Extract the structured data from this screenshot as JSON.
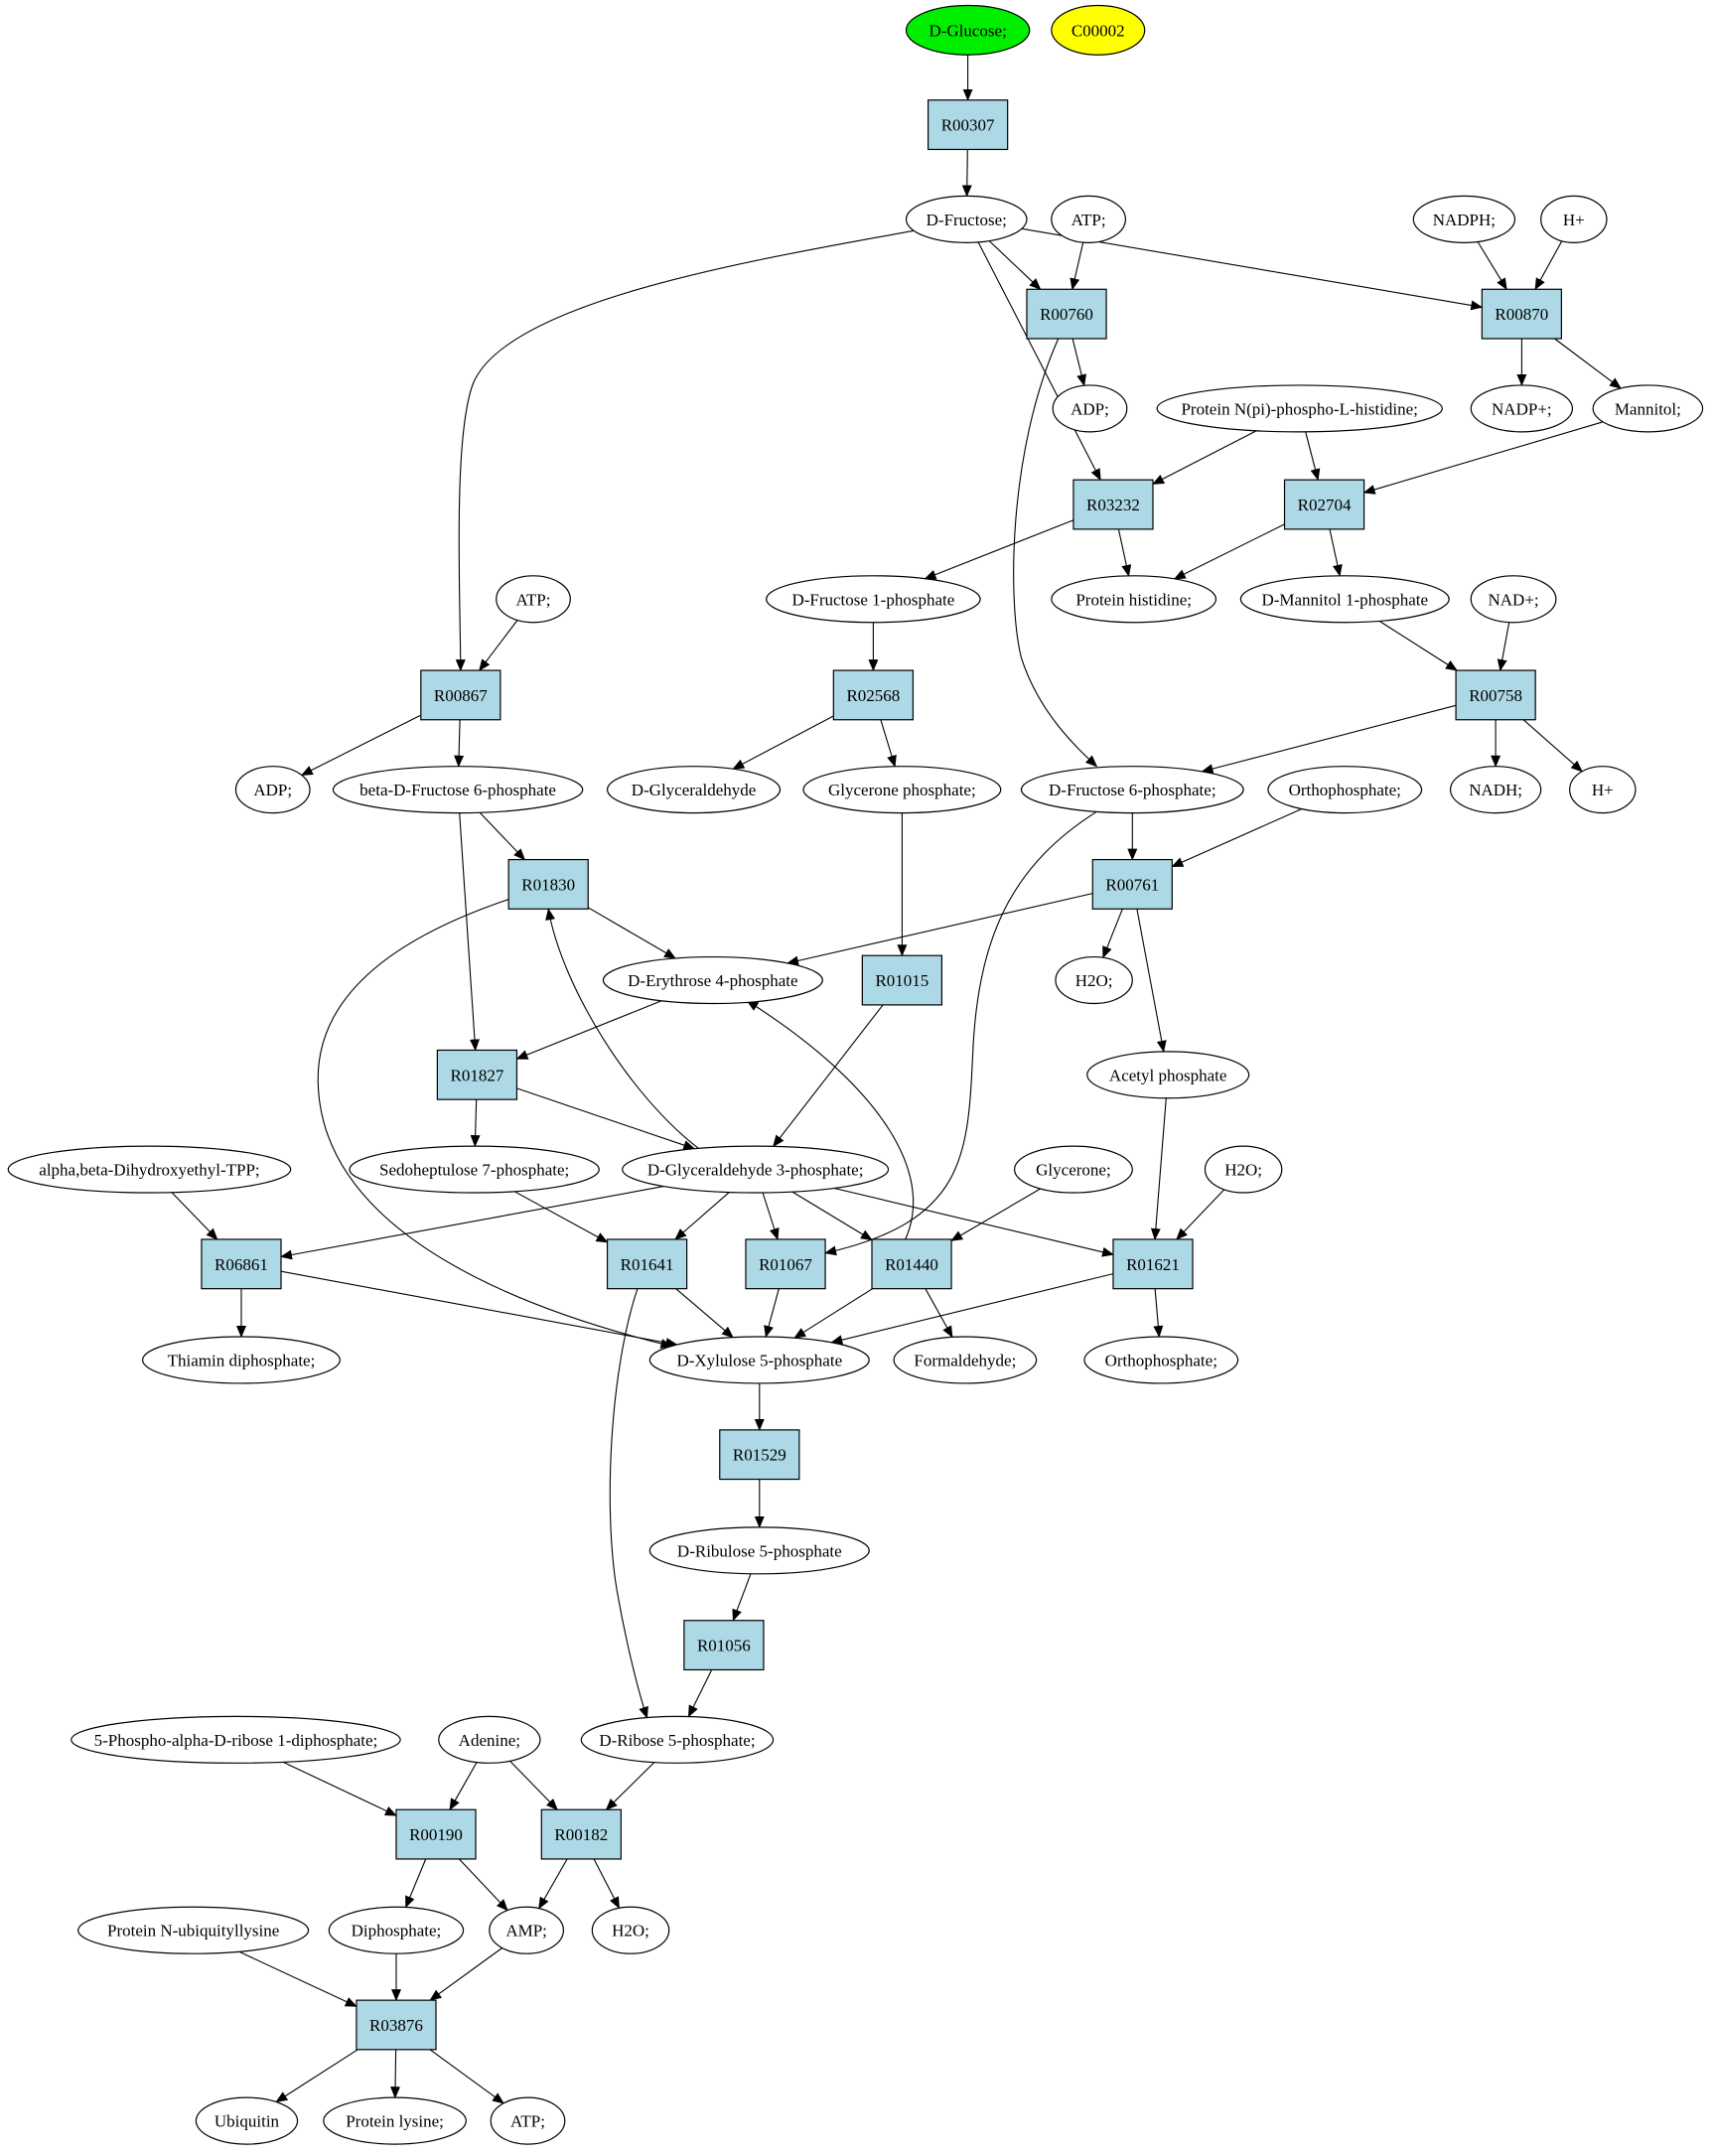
{
  "colors": {
    "start_compound": "#00ee00",
    "query_compound": "#ffff00",
    "compound": "#ffffff",
    "reaction": "#add8e6",
    "stroke": "#000000"
  },
  "nodes": {
    "glucose": {
      "label": "D-Glucose;",
      "kind": "start"
    },
    "c00002": {
      "label": "C00002",
      "kind": "query"
    },
    "r00307": {
      "label": "R00307",
      "kind": "reaction"
    },
    "fructose": {
      "label": "D-Fructose;",
      "kind": "compound"
    },
    "atp1": {
      "label": "ATP;",
      "kind": "compound"
    },
    "nadph": {
      "label": "NADPH;",
      "kind": "compound"
    },
    "hplus1": {
      "label": "H+",
      "kind": "compound"
    },
    "r00760": {
      "label": "R00760",
      "kind": "reaction"
    },
    "r00870": {
      "label": "R00870",
      "kind": "reaction"
    },
    "adp1": {
      "label": "ADP;",
      "kind": "compound"
    },
    "protein_npi": {
      "label": "Protein N(pi)-phospho-L-histidine;",
      "kind": "compound"
    },
    "nadpplus": {
      "label": "NADP+;",
      "kind": "compound"
    },
    "mannitol": {
      "label": "Mannitol;",
      "kind": "compound"
    },
    "r03232": {
      "label": "R03232",
      "kind": "reaction"
    },
    "r02704": {
      "label": "R02704",
      "kind": "reaction"
    },
    "atp2": {
      "label": "ATP;",
      "kind": "compound"
    },
    "fructose1p": {
      "label": "D-Fructose 1-phosphate",
      "kind": "compound"
    },
    "protein_his": {
      "label": "Protein histidine;",
      "kind": "compound"
    },
    "mannitol1p": {
      "label": "D-Mannitol 1-phosphate",
      "kind": "compound"
    },
    "nadplus": {
      "label": "NAD+;",
      "kind": "compound"
    },
    "r00867": {
      "label": "R00867",
      "kind": "reaction"
    },
    "r02568": {
      "label": "R02568",
      "kind": "reaction"
    },
    "r00758": {
      "label": "R00758",
      "kind": "reaction"
    },
    "adp2": {
      "label": "ADP;",
      "kind": "compound"
    },
    "bfru6p": {
      "label": "beta-D-Fructose 6-phosphate",
      "kind": "compound"
    },
    "glyceraldehyde": {
      "label": "D-Glyceraldehyde",
      "kind": "compound"
    },
    "glycerone_p": {
      "label": "Glycerone phosphate;",
      "kind": "compound"
    },
    "fru6p": {
      "label": "D-Fructose 6-phosphate;",
      "kind": "compound"
    },
    "orthophosphate1": {
      "label": "Orthophosphate;",
      "kind": "compound"
    },
    "nadh": {
      "label": "NADH;",
      "kind": "compound"
    },
    "hplus2": {
      "label": "H+",
      "kind": "compound"
    },
    "r01830": {
      "label": "R01830",
      "kind": "reaction"
    },
    "r00761": {
      "label": "R00761",
      "kind": "reaction"
    },
    "e4p": {
      "label": "D-Erythrose 4-phosphate",
      "kind": "compound"
    },
    "r01015": {
      "label": "R01015",
      "kind": "reaction"
    },
    "h2o1": {
      "label": "H2O;",
      "kind": "compound"
    },
    "r01827": {
      "label": "R01827",
      "kind": "reaction"
    },
    "acetyl_p": {
      "label": "Acetyl phosphate",
      "kind": "compound"
    },
    "tpp": {
      "label": "alpha,beta-Dihydroxyethyl-TPP;",
      "kind": "compound"
    },
    "s7p": {
      "label": "Sedoheptulose 7-phosphate;",
      "kind": "compound"
    },
    "g3p": {
      "label": "D-Glyceraldehyde 3-phosphate;",
      "kind": "compound"
    },
    "glycerone": {
      "label": "Glycerone;",
      "kind": "compound"
    },
    "h2o2": {
      "label": "H2O;",
      "kind": "compound"
    },
    "r06861": {
      "label": "R06861",
      "kind": "reaction"
    },
    "r01641": {
      "label": "R01641",
      "kind": "reaction"
    },
    "r01067": {
      "label": "R01067",
      "kind": "reaction"
    },
    "r01440": {
      "label": "R01440",
      "kind": "reaction"
    },
    "r01621": {
      "label": "R01621",
      "kind": "reaction"
    },
    "thiamin": {
      "label": "Thiamin diphosphate;",
      "kind": "compound"
    },
    "xu5p": {
      "label": "D-Xylulose 5-phosphate",
      "kind": "compound"
    },
    "formaldehyde": {
      "label": "Formaldehyde;",
      "kind": "compound"
    },
    "orthophosphate2": {
      "label": "Orthophosphate;",
      "kind": "compound"
    },
    "r01529": {
      "label": "R01529",
      "kind": "reaction"
    },
    "ru5p": {
      "label": "D-Ribulose 5-phosphate",
      "kind": "compound"
    },
    "r01056": {
      "label": "R01056",
      "kind": "reaction"
    },
    "prpp": {
      "label": "5-Phospho-alpha-D-ribose 1-diphosphate;",
      "kind": "compound"
    },
    "adenine": {
      "label": "Adenine;",
      "kind": "compound"
    },
    "r5p": {
      "label": "D-Ribose 5-phosphate;",
      "kind": "compound"
    },
    "r00190": {
      "label": "R00190",
      "kind": "reaction"
    },
    "r00182": {
      "label": "R00182",
      "kind": "reaction"
    },
    "protein_ubi": {
      "label": "Protein N-ubiquityllysine",
      "kind": "compound"
    },
    "diphosphate": {
      "label": "Diphosphate;",
      "kind": "compound"
    },
    "amp": {
      "label": "AMP;",
      "kind": "compound"
    },
    "h2o3": {
      "label": "H2O;",
      "kind": "compound"
    },
    "r03876": {
      "label": "R03876",
      "kind": "reaction"
    },
    "ubiquitin": {
      "label": "Ubiquitin",
      "kind": "compound"
    },
    "protein_lys": {
      "label": "Protein lysine;",
      "kind": "compound"
    },
    "atp3": {
      "label": "ATP;",
      "kind": "compound"
    }
  },
  "edges": [
    [
      "glucose",
      "r00307"
    ],
    [
      "r00307",
      "fructose"
    ],
    [
      "fructose",
      "r00760"
    ],
    [
      "atp1",
      "r00760"
    ],
    [
      "fructose",
      "r00870"
    ],
    [
      "nadph",
      "r00870"
    ],
    [
      "hplus1",
      "r00870"
    ],
    [
      "fructose",
      "r00867"
    ],
    [
      "fructose",
      "r03232"
    ],
    [
      "r00760",
      "adp1"
    ],
    [
      "r00760",
      "fru6p"
    ],
    [
      "r00870",
      "nadpplus"
    ],
    [
      "r00870",
      "mannitol"
    ],
    [
      "protein_npi",
      "r03232"
    ],
    [
      "protein_npi",
      "r02704"
    ],
    [
      "mannitol",
      "r02704"
    ],
    [
      "r03232",
      "fructose1p"
    ],
    [
      "r03232",
      "protein_his"
    ],
    [
      "r02704",
      "protein_his"
    ],
    [
      "r02704",
      "mannitol1p"
    ],
    [
      "atp2",
      "r00867"
    ],
    [
      "fructose1p",
      "r02568"
    ],
    [
      "mannitol1p",
      "r00758"
    ],
    [
      "nadplus",
      "r00758"
    ],
    [
      "r00867",
      "adp2"
    ],
    [
      "r00867",
      "bfru6p"
    ],
    [
      "r02568",
      "glyceraldehyde"
    ],
    [
      "r02568",
      "glycerone_p"
    ],
    [
      "r00758",
      "fru6p"
    ],
    [
      "r00758",
      "nadh"
    ],
    [
      "r00758",
      "hplus2"
    ],
    [
      "bfru6p",
      "r01830"
    ],
    [
      "bfru6p",
      "r01827"
    ],
    [
      "glycerone_p",
      "r01015"
    ],
    [
      "fru6p",
      "r00761"
    ],
    [
      "fru6p",
      "r01067"
    ],
    [
      "orthophosphate1",
      "r00761"
    ],
    [
      "r01830",
      "e4p"
    ],
    [
      "r01830",
      "xu5p"
    ],
    [
      "r00761",
      "e4p"
    ],
    [
      "r00761",
      "h2o1"
    ],
    [
      "r00761",
      "acetyl_p"
    ],
    [
      "e4p",
      "r01827"
    ],
    [
      "r01015",
      "g3p"
    ],
    [
      "r01827",
      "s7p"
    ],
    [
      "r01827",
      "g3p"
    ],
    [
      "g3p",
      "r01830"
    ],
    [
      "g3p",
      "r06861"
    ],
    [
      "g3p",
      "r01641"
    ],
    [
      "g3p",
      "r01067"
    ],
    [
      "g3p",
      "r01440"
    ],
    [
      "g3p",
      "r01621"
    ],
    [
      "tpp",
      "r06861"
    ],
    [
      "s7p",
      "r01641"
    ],
    [
      "glycerone",
      "r01440"
    ],
    [
      "acetyl_p",
      "r01621"
    ],
    [
      "h2o2",
      "r01621"
    ],
    [
      "r01067",
      "e4p"
    ],
    [
      "r06861",
      "thiamin"
    ],
    [
      "r06861",
      "xu5p"
    ],
    [
      "r01641",
      "xu5p"
    ],
    [
      "r01641",
      "r5p"
    ],
    [
      "r01067",
      "xu5p"
    ],
    [
      "r01440",
      "xu5p"
    ],
    [
      "r01440",
      "formaldehyde"
    ],
    [
      "r01621",
      "xu5p"
    ],
    [
      "r01621",
      "orthophosphate2"
    ],
    [
      "xu5p",
      "r01529"
    ],
    [
      "r01529",
      "ru5p"
    ],
    [
      "ru5p",
      "r01056"
    ],
    [
      "r01056",
      "r5p"
    ],
    [
      "prpp",
      "r00190"
    ],
    [
      "adenine",
      "r00190"
    ],
    [
      "adenine",
      "r00182"
    ],
    [
      "r5p",
      "r00182"
    ],
    [
      "r00190",
      "diphosphate"
    ],
    [
      "r00190",
      "amp"
    ],
    [
      "r00182",
      "amp"
    ],
    [
      "r00182",
      "h2o3"
    ],
    [
      "protein_ubi",
      "r03876"
    ],
    [
      "diphosphate",
      "r03876"
    ],
    [
      "amp",
      "r03876"
    ],
    [
      "r03876",
      "ubiquitin"
    ],
    [
      "r03876",
      "protein_lys"
    ],
    [
      "r03876",
      "atp3"
    ]
  ]
}
